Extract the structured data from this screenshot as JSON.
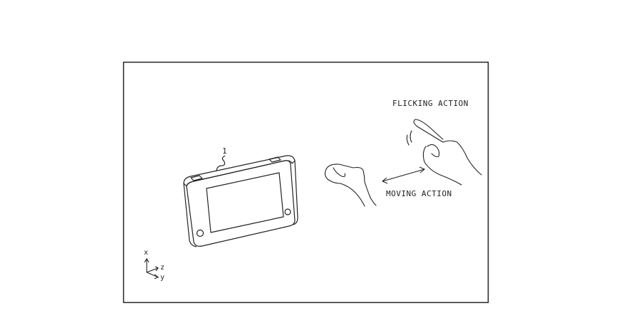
{
  "figure": {
    "device_ref": "1",
    "flicking_label": "FLICKING ACTION",
    "moving_label": "MOVING ACTION",
    "axes": {
      "x": "x",
      "y": "y",
      "z": "z"
    }
  }
}
